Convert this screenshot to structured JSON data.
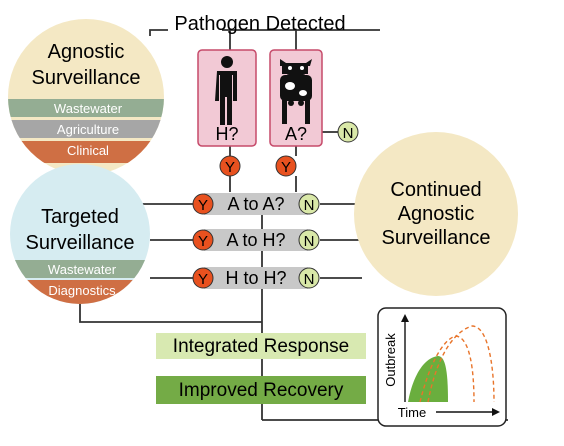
{
  "title": "Pathogen Detected",
  "agnostic": {
    "label_line1": "Agnostic",
    "label_line2": "Surveillance",
    "bands": [
      "Wastewater",
      "Agriculture",
      "Clinical"
    ]
  },
  "targeted": {
    "label_line1": "Targeted",
    "label_line2": "Surveillance",
    "bands": [
      "Wastewater",
      "Diagnostics"
    ]
  },
  "hosts": {
    "human_label": "H?",
    "animal_label": "A?"
  },
  "yes_label": "Y",
  "no_label": "N",
  "transmission": [
    "A to A?",
    "A to H?",
    "H to H?"
  ],
  "continued": {
    "line1": "Continued",
    "line2": "Agnostic",
    "line3": "Surveillance"
  },
  "response": {
    "integrated": "Integrated Response",
    "recovery": "Improved Recovery"
  },
  "curve_plot": {
    "ylabel": "Outbreak",
    "xlabel": "Time"
  },
  "colors": {
    "agnostic_circle": "#f4e8c4",
    "targeted_circle": "#d6ecf1",
    "band_wastewater": "#94ad93",
    "band_agriculture": "#a6a6a6",
    "band_clinical": "#cf6f44",
    "host_box_fill": "#f2c9d5",
    "host_box_stroke": "#c64a6a",
    "yes_fill": "#e8511f",
    "no_fill": "#d9e8a8",
    "transmission_bar": "#c8c8c8",
    "integrated_fill": "#d8e9b1",
    "recovery_fill": "#74ab46",
    "curve_fill": "#6aae3e",
    "curve_dash": "#e8742a"
  }
}
